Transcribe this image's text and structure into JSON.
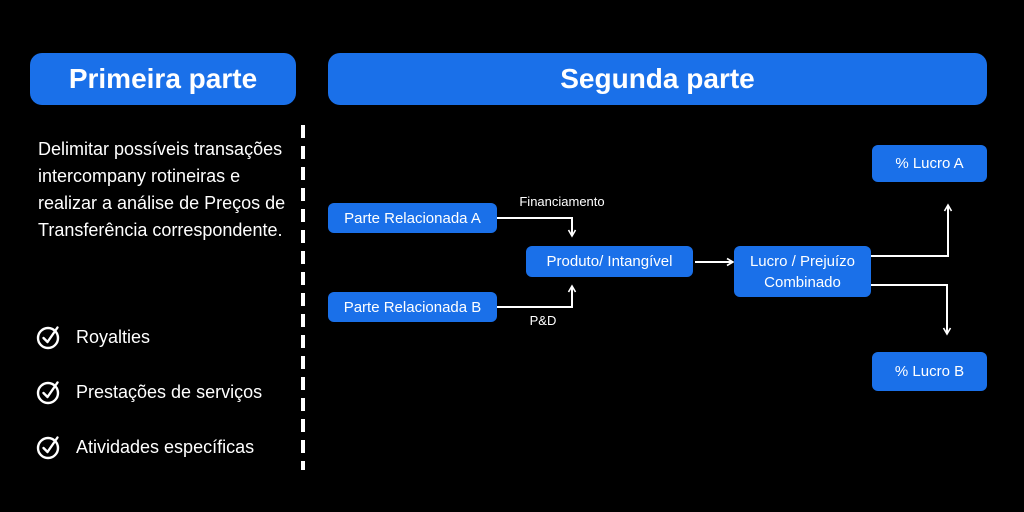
{
  "left_panel": {
    "header": "Primeira parte",
    "description": "Delimitar possíveis transações intercompany rotineiras e realizar a análise de Preços de Transferência correspondente.",
    "checklist": [
      {
        "label": "Royalties"
      },
      {
        "label": "Prestações de serviços"
      },
      {
        "label": "Atividades específicas"
      }
    ]
  },
  "right_panel": {
    "header": "Segunda parte",
    "nodes": {
      "parte_a": "Parte Relacionada A",
      "parte_b": "Parte Relacionada B",
      "produto": "Produto/ Intangível",
      "lucro_combinado_line1": "Lucro / Prejuízo",
      "lucro_combinado_line2": "Combinado",
      "lucro_a": "% Lucro A",
      "lucro_b": "% Lucro B"
    },
    "edge_labels": {
      "financiamento": "Financiamento",
      "ped": "P&D"
    }
  },
  "colors": {
    "background": "#000000",
    "accent_blue": "#1a70e9",
    "text": "#ffffff"
  }
}
